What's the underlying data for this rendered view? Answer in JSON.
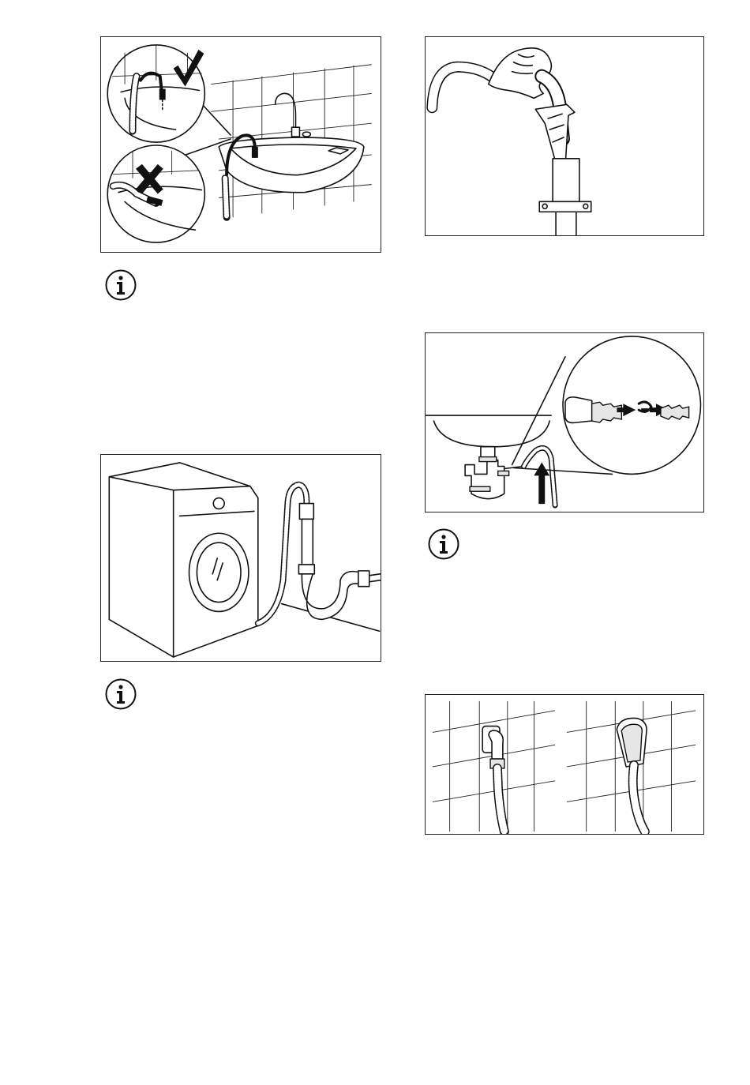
{
  "page": {
    "background": "#ffffff",
    "line_color": "#111111"
  },
  "figures": [
    {
      "id": "sink-hook-correct-incorrect",
      "icons": [
        "check-mark-icon",
        "cross-mark-icon"
      ]
    },
    {
      "id": "hose-into-standpipe"
    },
    {
      "id": "siphon-spigot-connection",
      "icons": [
        "arrow-icon"
      ]
    },
    {
      "id": "washing-machine-drain-connection"
    },
    {
      "id": "wall-outlet-hose"
    }
  ],
  "notes": [
    {
      "icon": "info-icon"
    },
    {
      "icon": "info-icon"
    },
    {
      "icon": "info-icon"
    }
  ]
}
